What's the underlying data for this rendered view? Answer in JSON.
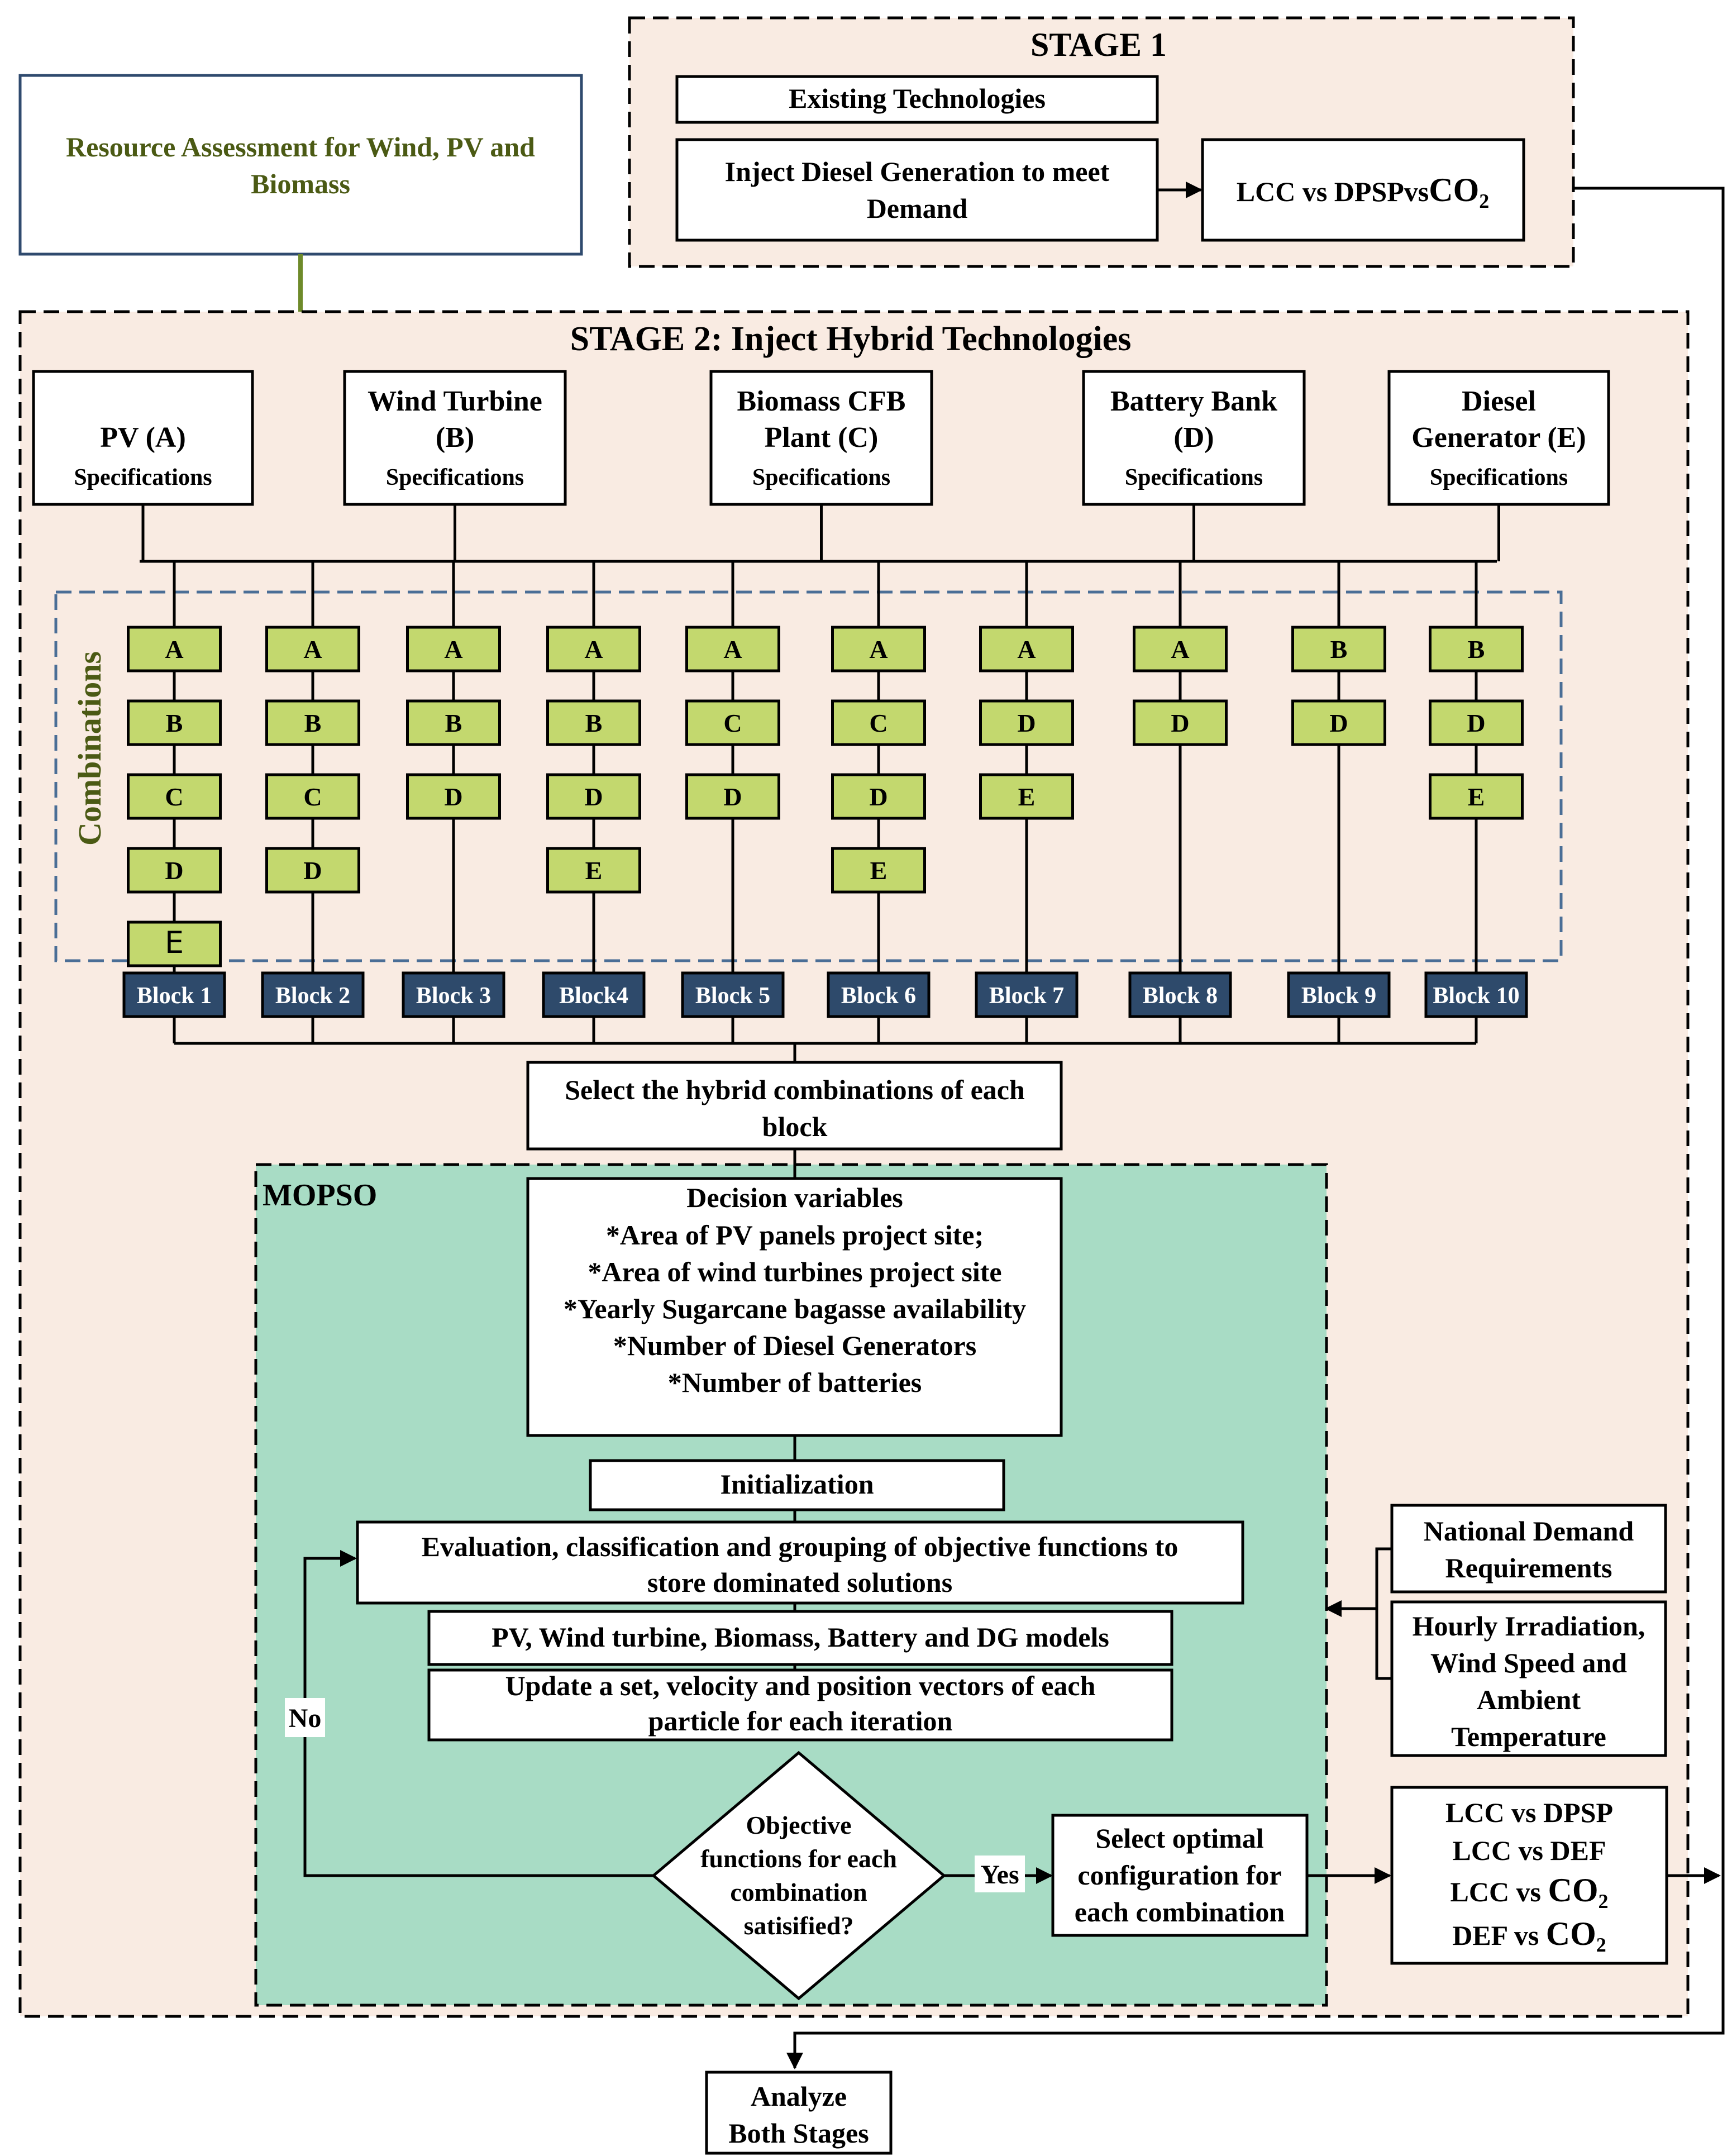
{
  "stage1": {
    "title": "STAGE 1",
    "existing": "Existing Technologies",
    "inject": [
      "Inject Diesel Generation to meet",
      "Demand"
    ],
    "result": "LCC vs DPSPvs",
    "result_sub": "CO₂"
  },
  "resource": [
    "Resource Assessment for Wind, PV and",
    "Biomass"
  ],
  "stage2": {
    "title": "STAGE 2: Inject Hybrid Technologies"
  },
  "techs": [
    {
      "letter": "A",
      "lines": [
        "PV (A)"
      ],
      "spec": "Specifications"
    },
    {
      "letter": "B",
      "lines": [
        "Wind Turbine",
        "(B)"
      ],
      "spec": "Specifications"
    },
    {
      "letter": "C",
      "lines": [
        "Biomass CFB",
        "Plant (C)"
      ],
      "spec": "Specifications"
    },
    {
      "letter": "D",
      "lines": [
        "Battery Bank",
        "(D)"
      ],
      "spec": "Specifications"
    },
    {
      "letter": "E",
      "lines": [
        "Diesel",
        "Generator (E)"
      ],
      "spec": "Specifications"
    }
  ],
  "combinations_label": "Combinations",
  "combinations": [
    [
      "A",
      "B",
      "C",
      "D",
      "E"
    ],
    [
      "A",
      "B",
      "C",
      "D"
    ],
    [
      "A",
      "B",
      "D"
    ],
    [
      "A",
      "B",
      "D",
      "E"
    ],
    [
      "A",
      "C",
      "D"
    ],
    [
      "A",
      "C",
      "D",
      "E"
    ],
    [
      "A",
      "D",
      "E"
    ],
    [
      "A",
      "D"
    ],
    [
      "B",
      "D"
    ],
    [
      "B",
      "D",
      "E"
    ]
  ],
  "blocks": [
    "Block 1",
    "Block 2",
    "Block 3",
    "Block4",
    "Block 5",
    "Block 6",
    "Block 7",
    "Block 8",
    "Block 9",
    "Block 10"
  ],
  "select_hybrid": [
    "Select the hybrid combinations of  each",
    "block"
  ],
  "mopso": {
    "label": "MOPSO",
    "decision": [
      "Decision variables",
      "*Area of PV panels project site;",
      "*Area of wind turbines project site",
      "*Yearly Sugarcane bagasse availability",
      "*Number of Diesel Generators",
      "*Number of batteries"
    ],
    "init": "Initialization",
    "evaluation": [
      "Evaluation, classification and grouping of objective functions to",
      "store dominated solutions"
    ],
    "models": "PV, Wind turbine, Biomass, Battery and DG models",
    "update": [
      "Update a set, velocity and position vectors of each",
      "particle for each iteration"
    ],
    "decision_diamond": [
      "Objective",
      "functions for each",
      "combination",
      "satisified?"
    ],
    "no": "No",
    "yes": "Yes",
    "select_optimal": [
      "Select optimal",
      "configuration for",
      "each combination"
    ]
  },
  "inputs": {
    "national": [
      "National Demand",
      "Requirements"
    ],
    "hourly": [
      "Hourly Irradiation,",
      "Wind Speed and",
      "Ambient",
      "Temperature"
    ]
  },
  "results": [
    {
      "text": "LCC vs DPSP",
      "sub": ""
    },
    {
      "text": "LCC vs DEF",
      "sub": ""
    },
    {
      "text": "LCC vs ",
      "sub": "CO₂"
    },
    {
      "text": "DEF vs ",
      "sub": "CO₂"
    }
  ],
  "analyze": [
    "Analyze",
    "Both Stages"
  ],
  "colors": {
    "stage_fill": "#f9ebe2",
    "mopso_fill": "#a8dcc5",
    "combo_fill": "#c3d86e",
    "block_fill": "#2e4a6b",
    "combo_border": "#4a6e96",
    "resource_text": "#4b5a14",
    "resource_border": "#2f4a6e"
  }
}
